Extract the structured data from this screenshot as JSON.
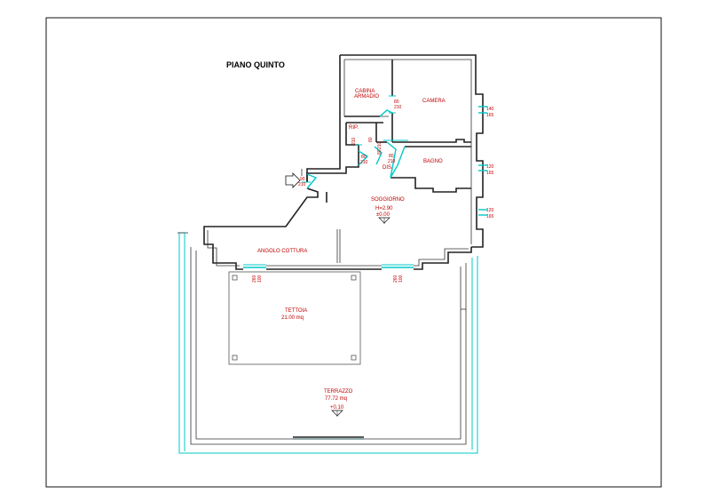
{
  "title": "PIANO QUINTO",
  "rooms": {
    "cabina_armadio": [
      "CABINA",
      "ARMADIO"
    ],
    "camera": "CAMERA",
    "rip": "RIP.",
    "dis": "DIS.",
    "bagno": "BAGNO",
    "soggiorno": "SOGGIORNO",
    "soggiorno_height": "H=2.90",
    "soggiorno_level": "±0.00",
    "angolo_cottura": "ANGOLO COTTURA",
    "tettoia": "TETTOIA",
    "tettoia_area": "21.00  mq",
    "terrazzo": "TERRAZZO",
    "terrazzo_area": "77.72  mq",
    "terrazzo_level": "+0.10"
  },
  "dimensions": {
    "door_cabina": [
      "80",
      "210"
    ],
    "door_rip": [
      "80",
      "210"
    ],
    "door_dis_left": [
      "80",
      "210"
    ],
    "door_dis_right": [
      "80",
      "210"
    ],
    "door_entrance": [
      "90",
      "210"
    ],
    "rip_side": "210",
    "rip_side2": "80",
    "window_camera": [
      "140",
      "165"
    ],
    "window_bagno": [
      "120",
      "165"
    ],
    "window_soggiorno": [
      "120",
      "165"
    ],
    "window_kitchen_left": [
      "100",
      "260"
    ],
    "window_kitchen_right": [
      "100",
      "260"
    ]
  },
  "colors": {
    "wall": "#222222",
    "window": "#00c8c8",
    "label": "#c00000"
  },
  "icons": {
    "entrance": "entrance-arrow-icon"
  }
}
